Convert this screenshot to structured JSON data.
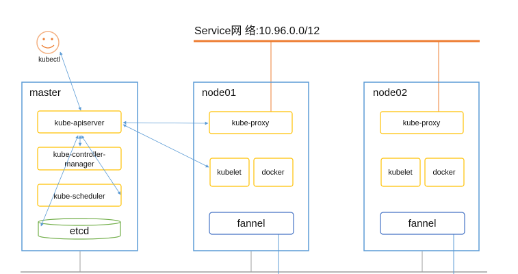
{
  "service_network": {
    "label": "Service网 络:10.96.0.0/12"
  },
  "kubectl": {
    "label": "kubectl"
  },
  "master": {
    "title": "master",
    "components": {
      "apiserver": "kube-apiserver",
      "controller_manager_line1": "kube-controller-",
      "controller_manager_line2": "manager",
      "scheduler": "kube-scheduler",
      "etcd": "etcd"
    }
  },
  "node01": {
    "title": "node01",
    "proxy": "kube-proxy",
    "kubelet": "kubelet",
    "docker": "docker",
    "fannel": "fannel"
  },
  "node02": {
    "title": "node02",
    "proxy": "kube-proxy",
    "kubelet": "kubelet",
    "docker": "docker",
    "fannel": "fannel"
  },
  "colors": {
    "service_line": "#ed7d31",
    "box_border": "#5b9bd5",
    "component_border": "#ffc000",
    "etcd_border": "#70ad47",
    "fannel_border": "#4472c4",
    "arrow": "#5b9bd5",
    "face": "#f4b183"
  }
}
